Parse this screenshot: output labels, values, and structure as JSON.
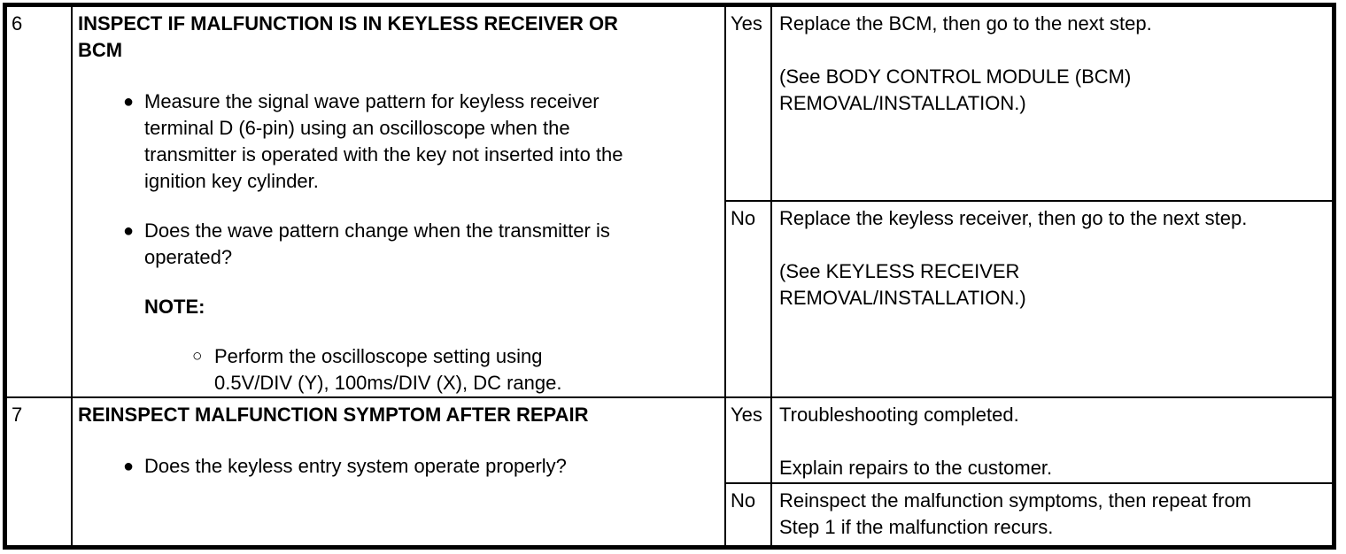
{
  "colors": {
    "border": "#000000",
    "text": "#000000",
    "background": "#ffffff"
  },
  "table": {
    "rows": [
      {
        "step": "6",
        "title_lines": [
          "INSPECT IF MALFUNCTION IS IN KEYLESS RECEIVER OR",
          "BCM"
        ],
        "bullets": [
          {
            "glyph": "●",
            "lines": [
              "Measure the signal wave pattern for keyless receiver",
              "terminal D (6-pin) using an oscilloscope when the",
              "transmitter is operated with the key not inserted into the",
              "ignition key cylinder."
            ]
          },
          {
            "glyph": "●",
            "lines": [
              "Does the wave pattern change when the transmitter is",
              "operated?"
            ]
          }
        ],
        "note_label": "NOTE:",
        "sub_bullets": [
          {
            "glyph": "○",
            "lines": [
              "Perform the oscilloscope setting using",
              "0.5V/DIV (Y), 100ms/DIV (X), DC range."
            ]
          }
        ],
        "outcomes": [
          {
            "answer": "Yes",
            "paragraphs": [
              [
                "Replace the BCM, then go to the next step."
              ],
              [
                "(See BODY CONTROL MODULE (BCM)",
                "REMOVAL/INSTALLATION.)"
              ]
            ]
          },
          {
            "answer": "No",
            "paragraphs": [
              [
                "Replace the keyless receiver, then go to the next step."
              ],
              [
                "(See KEYLESS RECEIVER",
                "REMOVAL/INSTALLATION.)"
              ]
            ]
          }
        ]
      },
      {
        "step": "7",
        "title_lines": [
          "REINSPECT MALFUNCTION SYMPTOM AFTER REPAIR"
        ],
        "bullets": [
          {
            "glyph": "●",
            "lines": [
              "Does the keyless entry system operate properly?"
            ]
          }
        ],
        "outcomes": [
          {
            "answer": "Yes",
            "paragraphs": [
              [
                "Troubleshooting completed."
              ],
              [
                "Explain repairs to the customer."
              ]
            ]
          },
          {
            "answer": "No",
            "paragraphs": [
              [
                "Reinspect the malfunction symptoms, then repeat from",
                "Step 1 if the malfunction recurs."
              ]
            ]
          }
        ]
      }
    ]
  }
}
